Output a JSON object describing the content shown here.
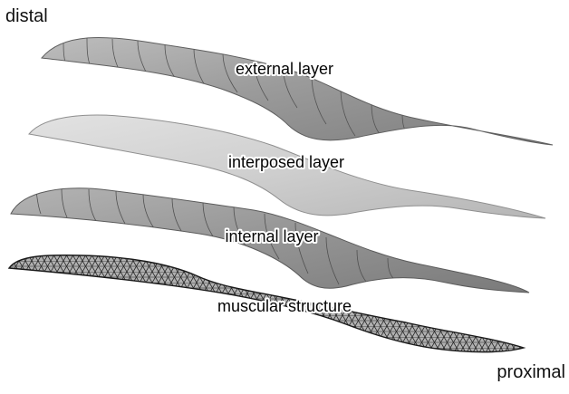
{
  "figure": {
    "orientation": {
      "top_left": "distal",
      "bottom_right": "proximal"
    },
    "layers": [
      {
        "key": "external",
        "label": "external layer",
        "fill": "#a5a5a5",
        "render_style": "surface"
      },
      {
        "key": "interposed",
        "label": "interposed layer",
        "fill": "#cacaca",
        "render_style": "surface"
      },
      {
        "key": "internal",
        "label": "internal layer",
        "fill": "#a0a0a0",
        "render_style": "surface"
      },
      {
        "key": "muscular",
        "label": "muscular structure",
        "fill": "#3a3a3a",
        "render_style": "mesh"
      }
    ]
  }
}
